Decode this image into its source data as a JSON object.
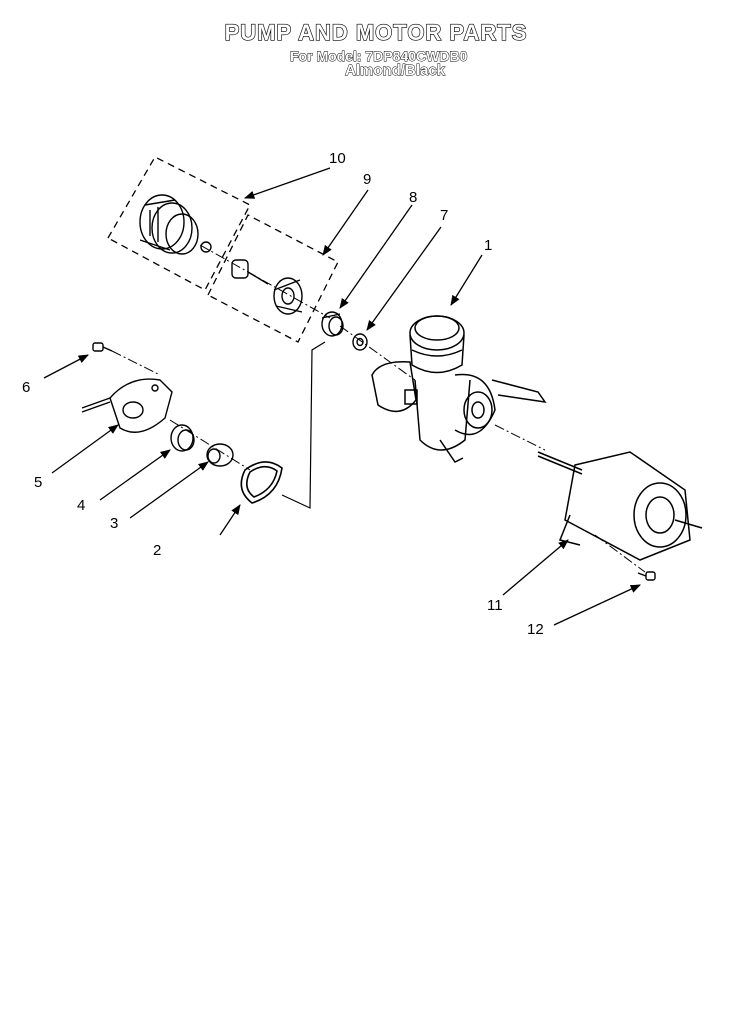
{
  "header": {
    "title": "PUMP AND MOTOR PARTS",
    "model_line": "For Model: 7DP840CWDB0",
    "color_line": "Almond/Black"
  },
  "callouts": [
    {
      "id": "1",
      "label": "1"
    },
    {
      "id": "2",
      "label": "2"
    },
    {
      "id": "3",
      "label": "3"
    },
    {
      "id": "4",
      "label": "4"
    },
    {
      "id": "5",
      "label": "5"
    },
    {
      "id": "6",
      "label": "6"
    },
    {
      "id": "7",
      "label": "7"
    },
    {
      "id": "8",
      "label": "8"
    },
    {
      "id": "9",
      "label": "9"
    },
    {
      "id": "10",
      "label": "10"
    },
    {
      "id": "11",
      "label": "11"
    },
    {
      "id": "12",
      "label": "12"
    }
  ]
}
